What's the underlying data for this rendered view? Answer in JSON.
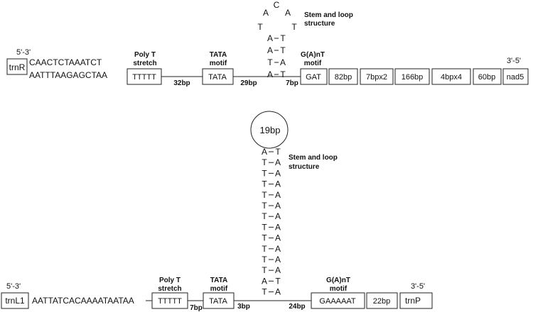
{
  "top": {
    "end_left": "5'-3'",
    "end_right": "3'-5'",
    "trnR": "trnR",
    "seq_line1": "CAACTCTAAATCT",
    "seq_line2": "AATTTAAGAGCTAA",
    "poly_t_label": [
      "Poly T",
      "stretch"
    ],
    "poly_t_box": "TTTTT",
    "tata_label": [
      "TATA",
      "motif"
    ],
    "tata_box": "TATA",
    "gap_32": "32bp",
    "gap_29": "29bp",
    "gap_7": "7bp",
    "ganT_label": [
      "G(A)nT",
      "motif"
    ],
    "gat_box": "GAT",
    "boxes": [
      "82bp",
      "7bpx2",
      "166bp",
      "4bpx4",
      "60bp",
      "nad5"
    ],
    "loop": [
      "A",
      "C",
      "A",
      "T",
      "T"
    ],
    "stem": [
      [
        "A",
        "T"
      ],
      [
        "A",
        "T"
      ],
      [
        "T",
        "A"
      ],
      [
        "A",
        "T"
      ]
    ],
    "stem_label": [
      "Stem and loop",
      "structure"
    ]
  },
  "bottom": {
    "end_left": "5'-3'",
    "end_right": "3'-5'",
    "trnL1": "trnL1",
    "seq": "AATTATCACAAAATAATAA",
    "poly_t_label": [
      "Poly T",
      "stretch"
    ],
    "poly_t_box": "TTTTT",
    "tata_label": [
      "TATA",
      "motif"
    ],
    "tata_box": "TATA",
    "gap_7": "7bp",
    "gap_3": "3bp",
    "gap_24": "24bp",
    "ganT_label": [
      "G(A)nT",
      "motif"
    ],
    "gaaaaat_box": "GAAAAAT",
    "box_22": "22bp",
    "trnP": "trnP",
    "loop": "19bp",
    "stem": [
      [
        "A",
        "T"
      ],
      [
        "T",
        "A"
      ],
      [
        "T",
        "A"
      ],
      [
        "T",
        "A"
      ],
      [
        "T",
        "A"
      ],
      [
        "T",
        "A"
      ],
      [
        "T",
        "A"
      ],
      [
        "T",
        "A"
      ],
      [
        "T",
        "A"
      ],
      [
        "T",
        "A"
      ],
      [
        "T",
        "A"
      ],
      [
        "T",
        "A"
      ],
      [
        "A",
        "T"
      ],
      [
        "T",
        "A"
      ]
    ],
    "stem_label": [
      "Stem and loop",
      "structure"
    ]
  }
}
